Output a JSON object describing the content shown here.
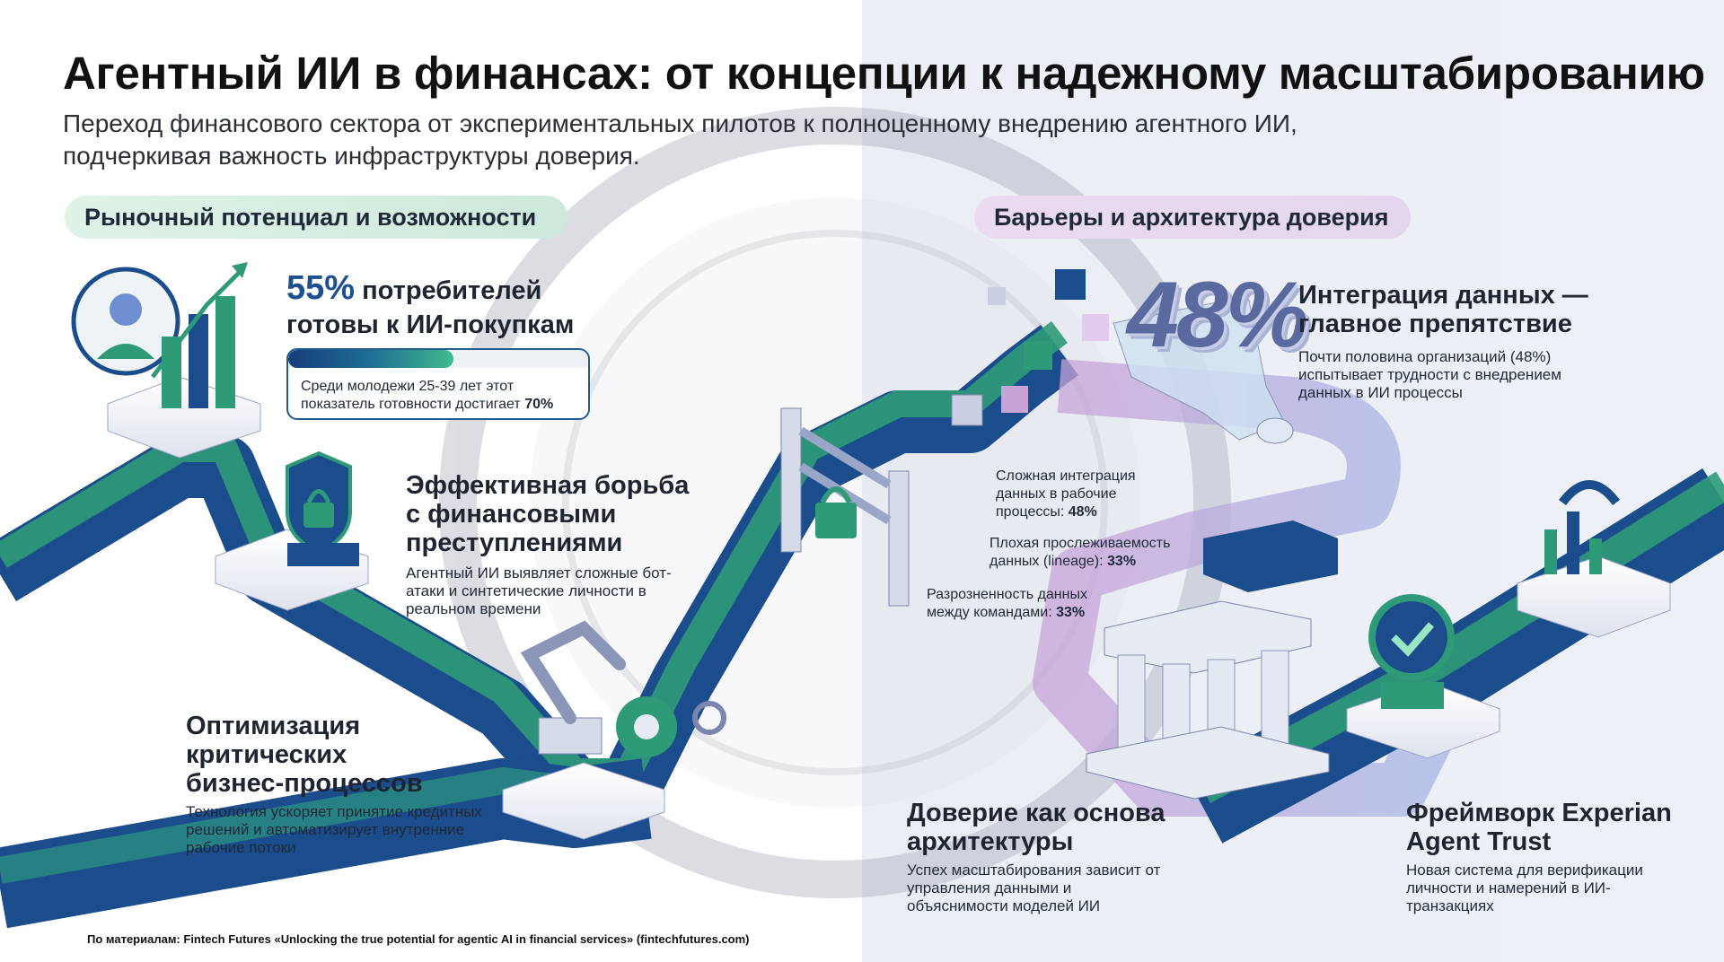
{
  "title": "Агентный ИИ в финансах: от концепции к надежному масштабированию",
  "subtitle": "Переход финансового сектора от экспериментальных пилотов к полноценному внедрению агентного ИИ, подчеркивая важность инфраструктуры доверия.",
  "sections": {
    "left_label": "Рыночный потенциал и возможности",
    "right_label": "Барьеры и архитектура доверия"
  },
  "consumers": {
    "value": "55%",
    "title_rest": "потребителей",
    "title_line2": "готовы к ИИ-покупкам",
    "progress": 0.55,
    "note": "Среди молодежи 25-39 лет этот показатель готовности достигает",
    "note_value": "70%"
  },
  "fraud": {
    "title_l1": "Эффективная борьба",
    "title_l2": "с финансовыми",
    "title_l3": "преступлениями",
    "text": "Агентный ИИ выявляет сложные бот-атаки и синтетические личности в реальном времени"
  },
  "process": {
    "title_l1": "Оптимизация",
    "title_l2": "критических",
    "title_l3": "бизнес-процессов",
    "text": "Технология ускоряет принятие кредитных решений и автоматизирует внутренние рабочие потоки"
  },
  "data_integration": {
    "big_value": "48%",
    "title_l1": "Интеграция данных —",
    "title_l2": "главное препятствие",
    "text": "Почти половина организаций (48%) испытывает трудности с внедрением данных в ИИ процессы"
  },
  "barriers": [
    {
      "label": "Сложная интеграция данных в рабочие процессы:",
      "value": "48%"
    },
    {
      "label": "Плохая прослеживаемость данных (lineage):",
      "value": "33%"
    },
    {
      "label": "Разрозненность данных между командами:",
      "value": "33%"
    }
  ],
  "trust": {
    "title_l1": "Доверие как основа",
    "title_l2": "архитектуры",
    "text": "Успех масштабирования зависит от управления данными и объяснимости моделей ИИ"
  },
  "experian": {
    "title_l1": "Фреймворк Experian",
    "title_l2": "Agent Trust",
    "text": "Новая система для верификации личности и намерений в ИИ-транзакциях"
  },
  "footer": "По материалам: Fintech Futures «Unlocking the true potential for agentic AI in financial services» (fintechfutures.com)",
  "colors": {
    "path_dark": "#1b4d8c",
    "path_green": "#2f9a77",
    "path_purple": "#c9a7d9",
    "accent_blue": "#1d4f91"
  }
}
